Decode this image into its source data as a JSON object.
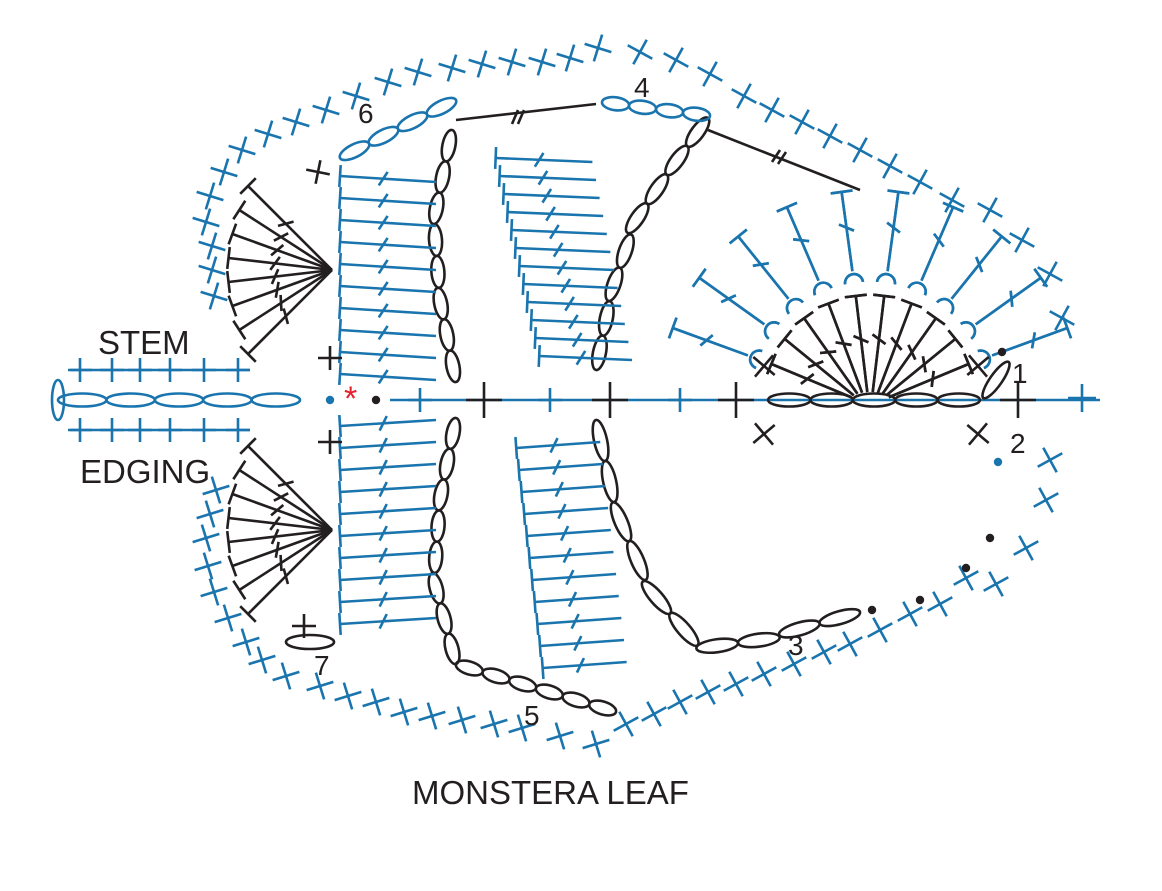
{
  "title": "MONSTERA LEAF",
  "labels": {
    "stem": "STEM",
    "edging": "EDGING"
  },
  "row_numbers": [
    "1",
    "2",
    "3",
    "4",
    "5",
    "6",
    "7"
  ],
  "start_marker": "*",
  "colors": {
    "blue": "#1a75ae",
    "black": "#231f20",
    "red": "#e4202e",
    "background": "#ffffff"
  },
  "icons": [
    "single-crochet-icon",
    "half-double-crochet-icon",
    "double-crochet-icon",
    "chain-stitch-icon",
    "slip-stitch-icon",
    "picot-icon"
  ]
}
